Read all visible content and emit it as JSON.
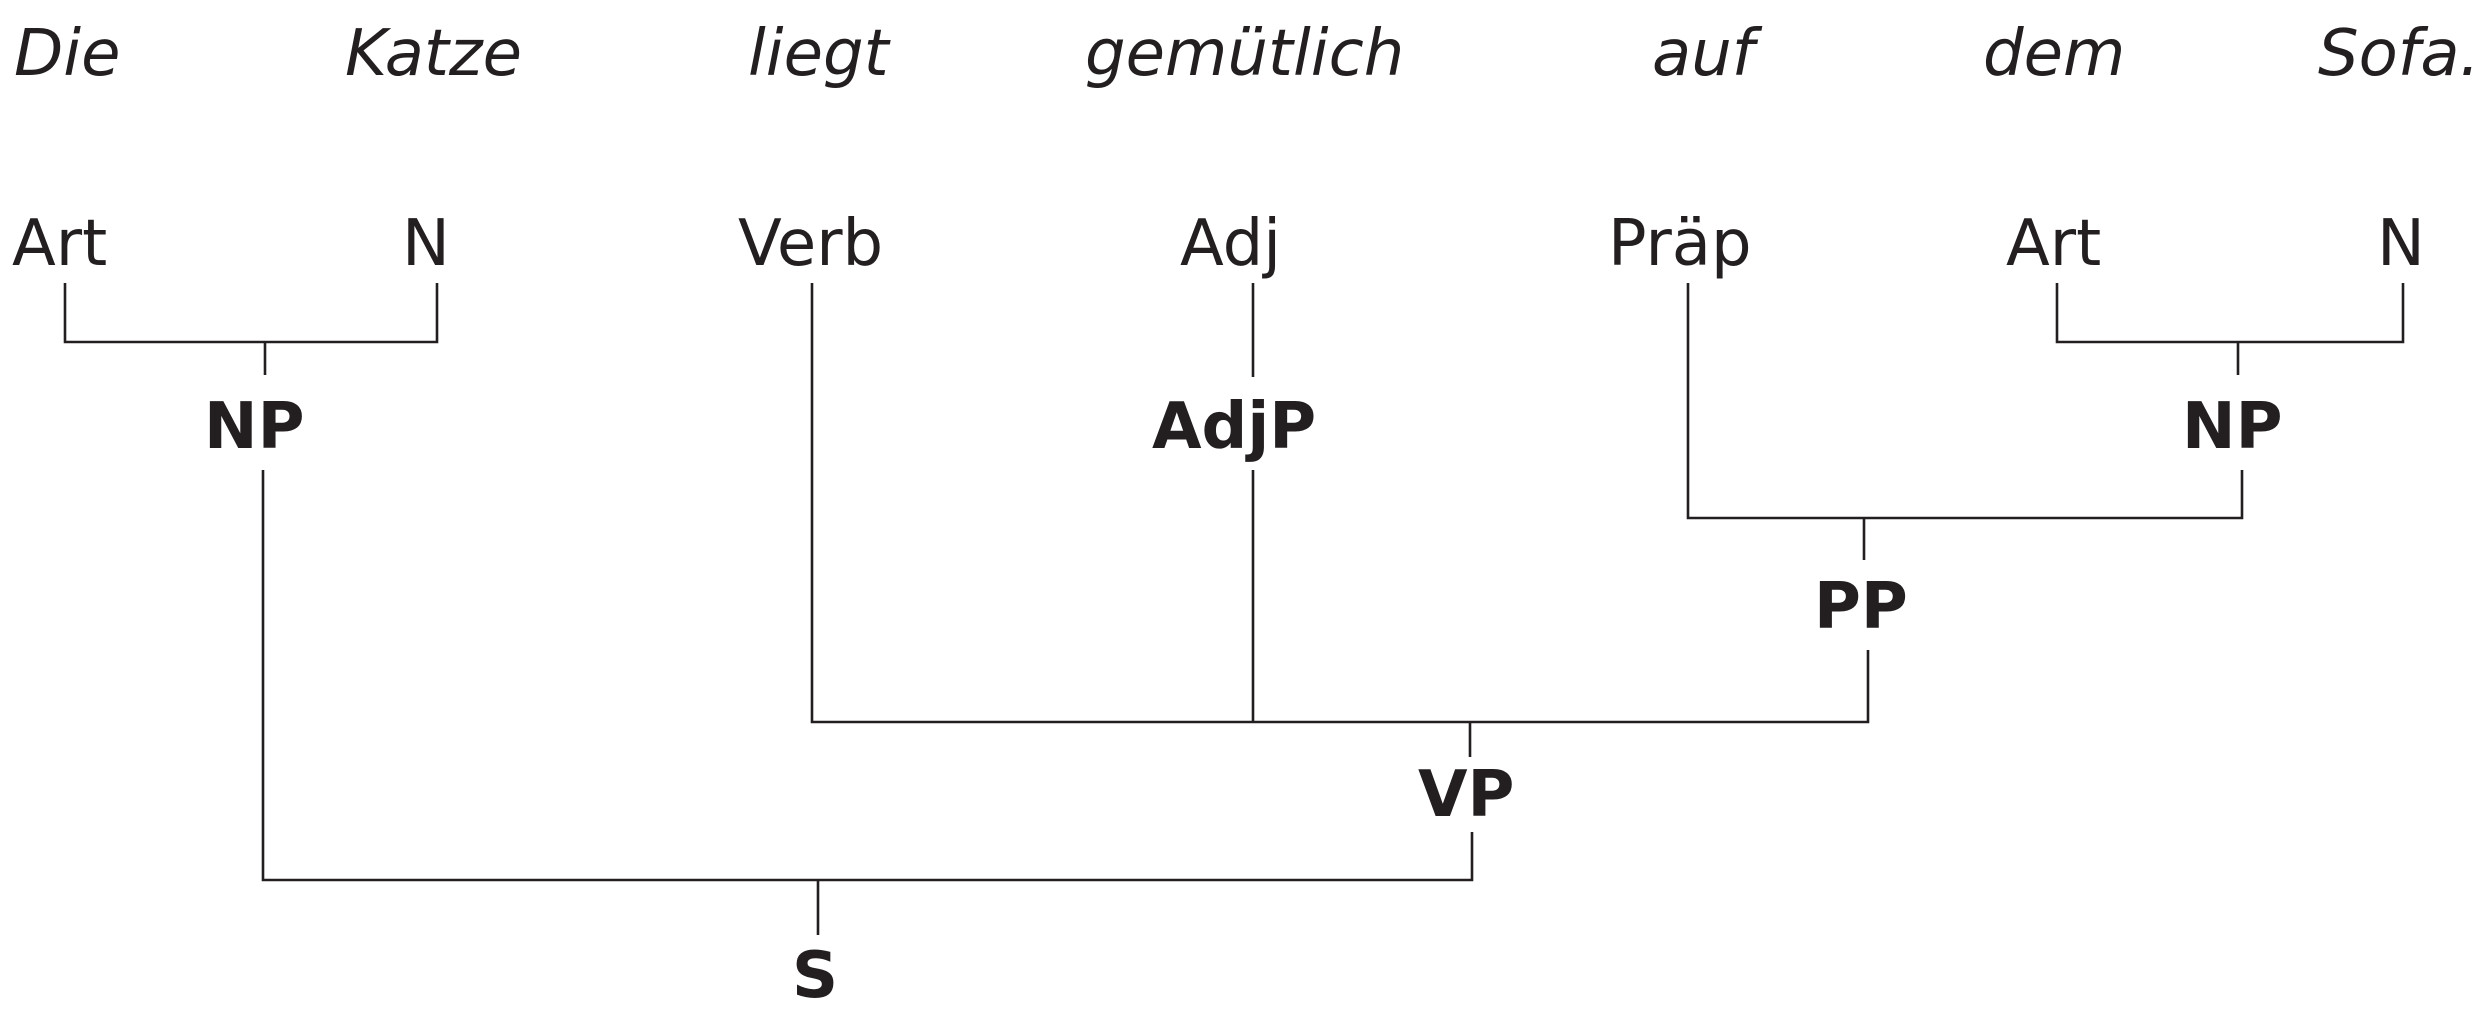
{
  "sentence": {
    "words": [
      "Die",
      "Katze",
      "liegt",
      "gemütlich",
      "auf",
      "dem",
      "Sofa."
    ]
  },
  "pos_tags": {
    "art1": "Art",
    "n1": "N",
    "verb": "Verb",
    "adj": "Adj",
    "praep": "Präp",
    "art2": "Art",
    "n2": "N"
  },
  "phrases": {
    "np1": "NP",
    "adjp": "AdjP",
    "np2": "NP",
    "pp": "PP",
    "vp": "VP",
    "s": "S"
  },
  "edges": [
    {
      "from": "np1",
      "to": [
        "art1",
        "n1"
      ]
    },
    {
      "from": "adjp",
      "to": [
        "adj"
      ]
    },
    {
      "from": "np2",
      "to": [
        "art2",
        "n2"
      ]
    },
    {
      "from": "pp",
      "to": [
        "praep",
        "np2"
      ]
    },
    {
      "from": "vp",
      "to": [
        "verb",
        "adjp",
        "pp"
      ]
    },
    {
      "from": "s",
      "to": [
        "np1",
        "vp"
      ]
    }
  ]
}
